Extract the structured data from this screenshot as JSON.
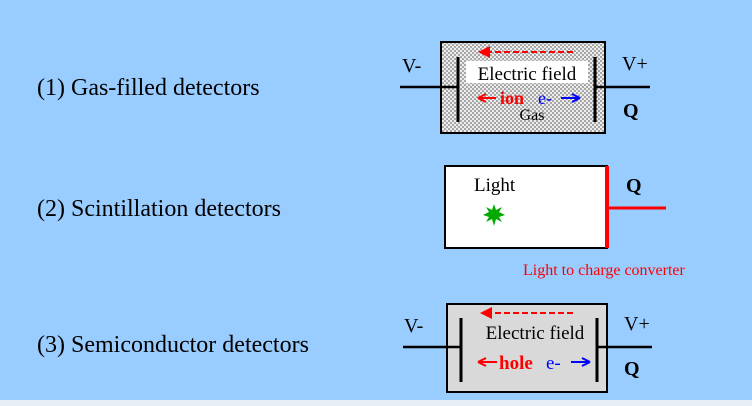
{
  "detectors": [
    {
      "label": "(1) Gas-filled detectors",
      "field_label": "Electric field",
      "left_carrier": "ion",
      "right_carrier": "e-",
      "medium_label": "Gas",
      "terminal_left": "V-",
      "terminal_right": "V+",
      "output_label": "Q"
    },
    {
      "label": "(2) Scintillation detectors",
      "medium_label": "Light",
      "output_label": "Q",
      "converter_label": "Light to charge converter"
    },
    {
      "label": "(3) Semiconductor detectors",
      "field_label": "Electric field",
      "left_carrier": "hole",
      "right_carrier": "e-",
      "terminal_left": "V-",
      "terminal_right": "V+",
      "output_label": "Q"
    }
  ],
  "colors": {
    "background": "#99ccff",
    "red": "#ff0000",
    "blue": "#0000ff",
    "green": "#00aa00",
    "gas_fill": "#e4e4e4",
    "semi_fill": "#d9d9d9"
  }
}
